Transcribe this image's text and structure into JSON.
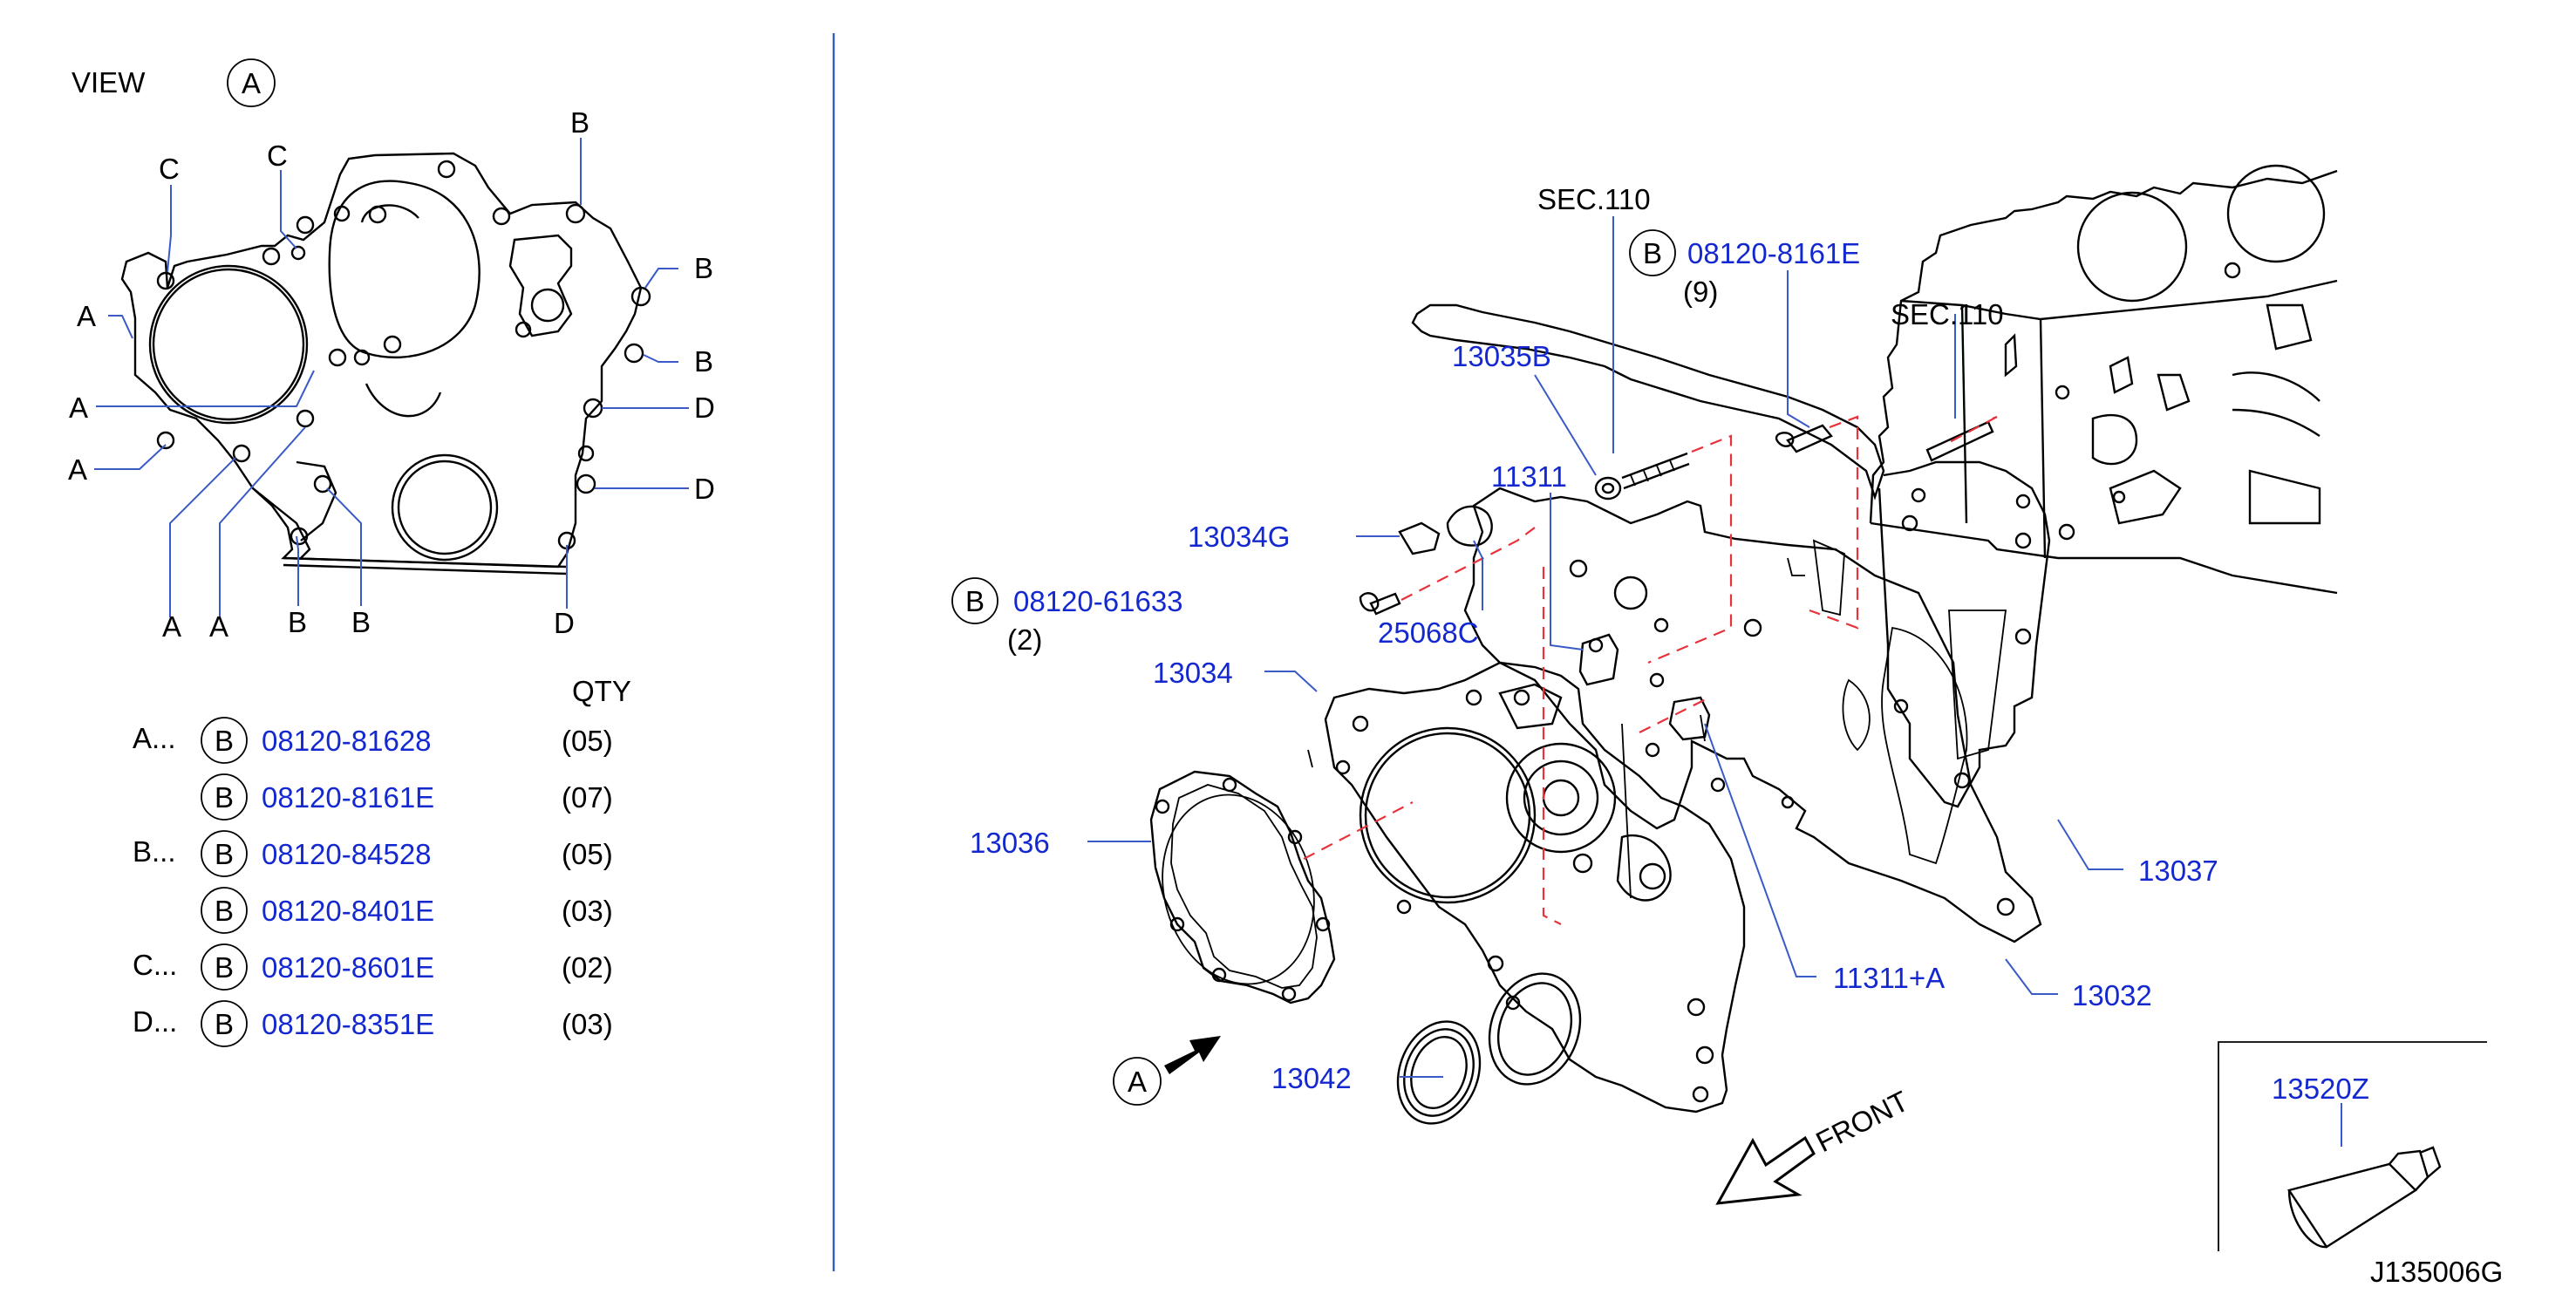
{
  "view": {
    "label": "VIEW",
    "circle": "A"
  },
  "view_markers": {
    "A": "A",
    "B": "B",
    "C": "C",
    "D": "D"
  },
  "table": {
    "qty_header": "QTY",
    "rows": [
      {
        "group": "A...",
        "circle": "B",
        "part": "08120-81628",
        "qty": "(05)"
      },
      {
        "group": "",
        "circle": "B",
        "part": "08120-8161E",
        "qty": "(07)"
      },
      {
        "group": "B...",
        "circle": "B",
        "part": "08120-84528",
        "qty": "(05)"
      },
      {
        "group": "",
        "circle": "B",
        "part": "08120-8401E",
        "qty": "(03)"
      },
      {
        "group": "C...",
        "circle": "B",
        "part": "08120-8601E",
        "qty": "(02)"
      },
      {
        "group": "D...",
        "circle": "B",
        "part": "08120-8351E",
        "qty": "(03)"
      }
    ]
  },
  "callouts": {
    "sec110_a": "SEC.110",
    "sec110_b": "SEC.110",
    "bolt_9_circle": "B",
    "bolt_9_part": "08120-8161E",
    "bolt_9_qty": "(9)",
    "p13035B": "13035B",
    "p11311": "11311",
    "p13034G": "13034G",
    "bolt_2_circle": "B",
    "bolt_2_part": "08120-61633",
    "bolt_2_qty": "(2)",
    "p25068C": "25068C",
    "p13034": "13034",
    "p13036": "13036",
    "p13042": "13042",
    "p11311A": "11311+A",
    "p13032": "13032",
    "p13037": "13037",
    "p13520Z": "13520Z",
    "arrow_circle": "A",
    "front": "FRONT"
  },
  "diagram_id": "J135006G",
  "colors": {
    "part_number": "#1428d0",
    "leader": "#3a5bc7",
    "dashed": "#e8333a",
    "line": "#000000"
  }
}
